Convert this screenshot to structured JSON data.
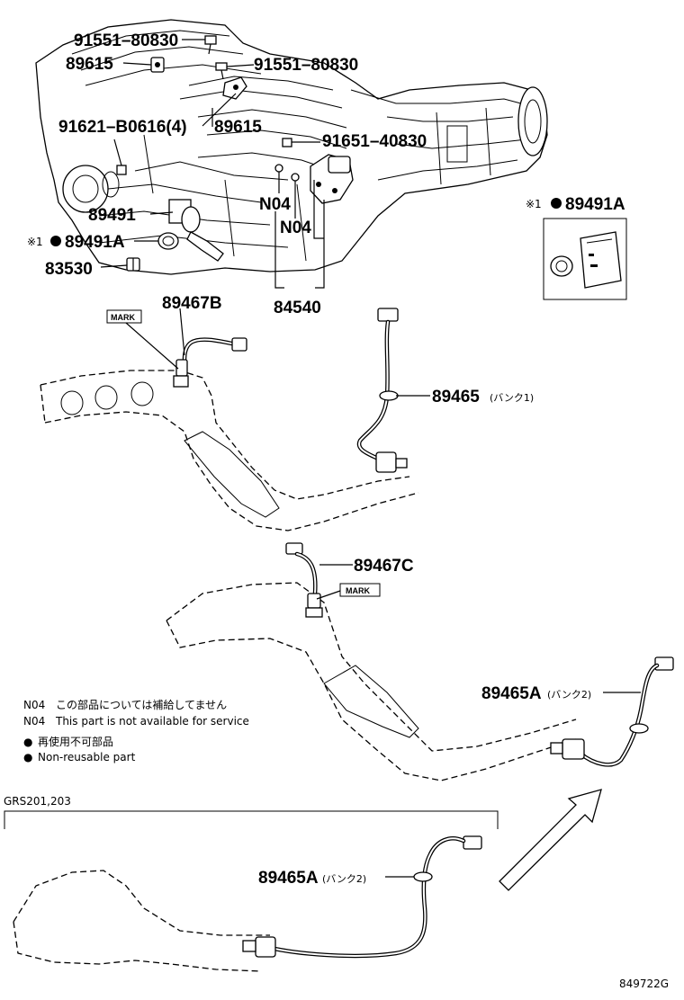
{
  "labels": {
    "p91551_top": "91551–80830",
    "p89615_left": "89615",
    "p91551_right": "91551–80830",
    "p91621": "91621–B0616(4)",
    "p89615_mid": "89615",
    "p91651": "91651–40830",
    "n04_a": "N04",
    "n04_b": "N04",
    "p89491": "89491",
    "p89491a_left_prefix": "※1",
    "p89491a_left": "89491A",
    "p83530": "83530",
    "p84540": "84540",
    "p89491a_right_prefix": "※1",
    "p89491a_right": "89491A",
    "p89467b": "89467B",
    "mark_1": "MARK",
    "p89465": "89465",
    "p89465_sub": "(バンク1)",
    "p89467c": "89467C",
    "mark_2": "MARK",
    "p89465a_right": "89465A",
    "p89465a_right_sub": "(バンク2)",
    "p89465a_bottom": "89465A",
    "p89465a_bottom_sub": "(バンク2)",
    "model_group": "GRS201,203",
    "diagram_code": "849722G"
  },
  "notes": [
    {
      "code": "N04",
      "text": "この部品については補給してません"
    },
    {
      "code": "N04",
      "text": "This part is not available for service"
    },
    {
      "code": "●",
      "text": "再使用不可部品"
    },
    {
      "code": "●",
      "text": "Non-reusable part"
    }
  ]
}
